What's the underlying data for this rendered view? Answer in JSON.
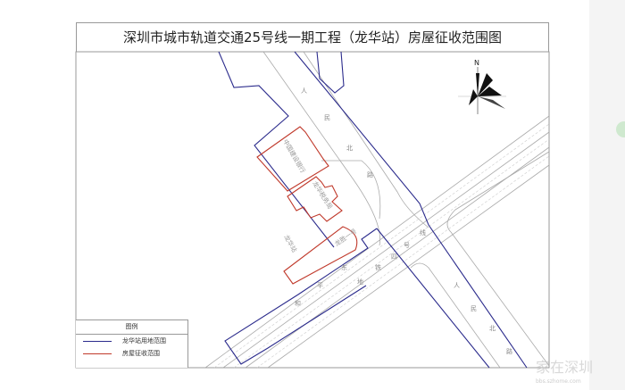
{
  "title": "深圳市城市轨道交通25号线一期工程（龙华站）房屋征收范围图",
  "compass": {
    "label": "N"
  },
  "map_labels": {
    "building_bank": "中国建设银行",
    "building_tax": "龙华税务局",
    "station": "龙华站",
    "building_one": "龙胜一号",
    "road_renmin_top": [
      "人",
      "民",
      "北",
      "路"
    ],
    "road_renmin_bottom": [
      "人",
      "民",
      "北",
      "路"
    ],
    "rail_line": [
      "和",
      "平",
      "东",
      "地",
      "铁",
      "四",
      "号",
      "线"
    ]
  },
  "legend": {
    "title": "图例",
    "items": [
      {
        "label": "龙华站用地范围",
        "color": "#2b2b8c"
      },
      {
        "label": "房屋征收范围",
        "color": "#c0392b"
      }
    ]
  },
  "watermark": {
    "text": "家在深圳",
    "url": "bbs.szhome.com"
  },
  "colors": {
    "blue_boundary": "#2b2b8c",
    "red_boundary": "#c0392b",
    "road": "#aaaaaa"
  }
}
